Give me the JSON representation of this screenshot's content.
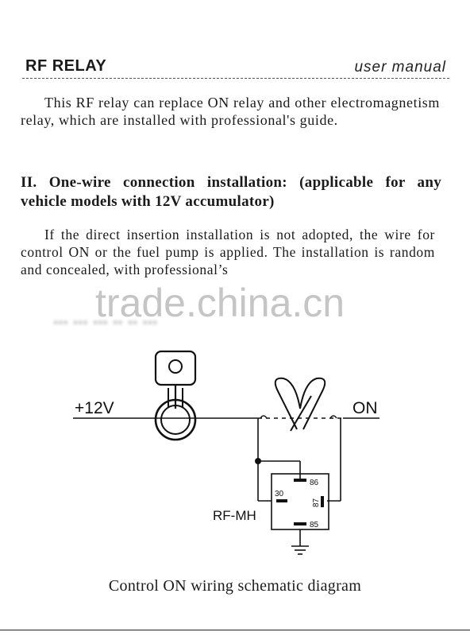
{
  "header": {
    "title": "RF RELAY",
    "subtitle": "user manual"
  },
  "intro_paragraph": "This RF relay can replace ON relay and other electromagnetism relay, which are installed with professional's guide.",
  "section": {
    "title": "II. One-wire connection installation: (applicable for any vehicle models with 12V accumulator)",
    "paragraph": "If the direct insertion installation is not adopted, the wire for control ON or the fuel pump is applied. The installation is random and concealed, with professional’s"
  },
  "obscured_text": "... ... ... .. .. ...",
  "watermark": "trade.china.cn",
  "diagram": {
    "supply_label": "+12V",
    "output_label": "ON",
    "relay_label": "RF-MH",
    "pin_labels": [
      "30",
      "86",
      "87",
      "85"
    ],
    "caption": "Control ON wiring schematic diagram"
  }
}
